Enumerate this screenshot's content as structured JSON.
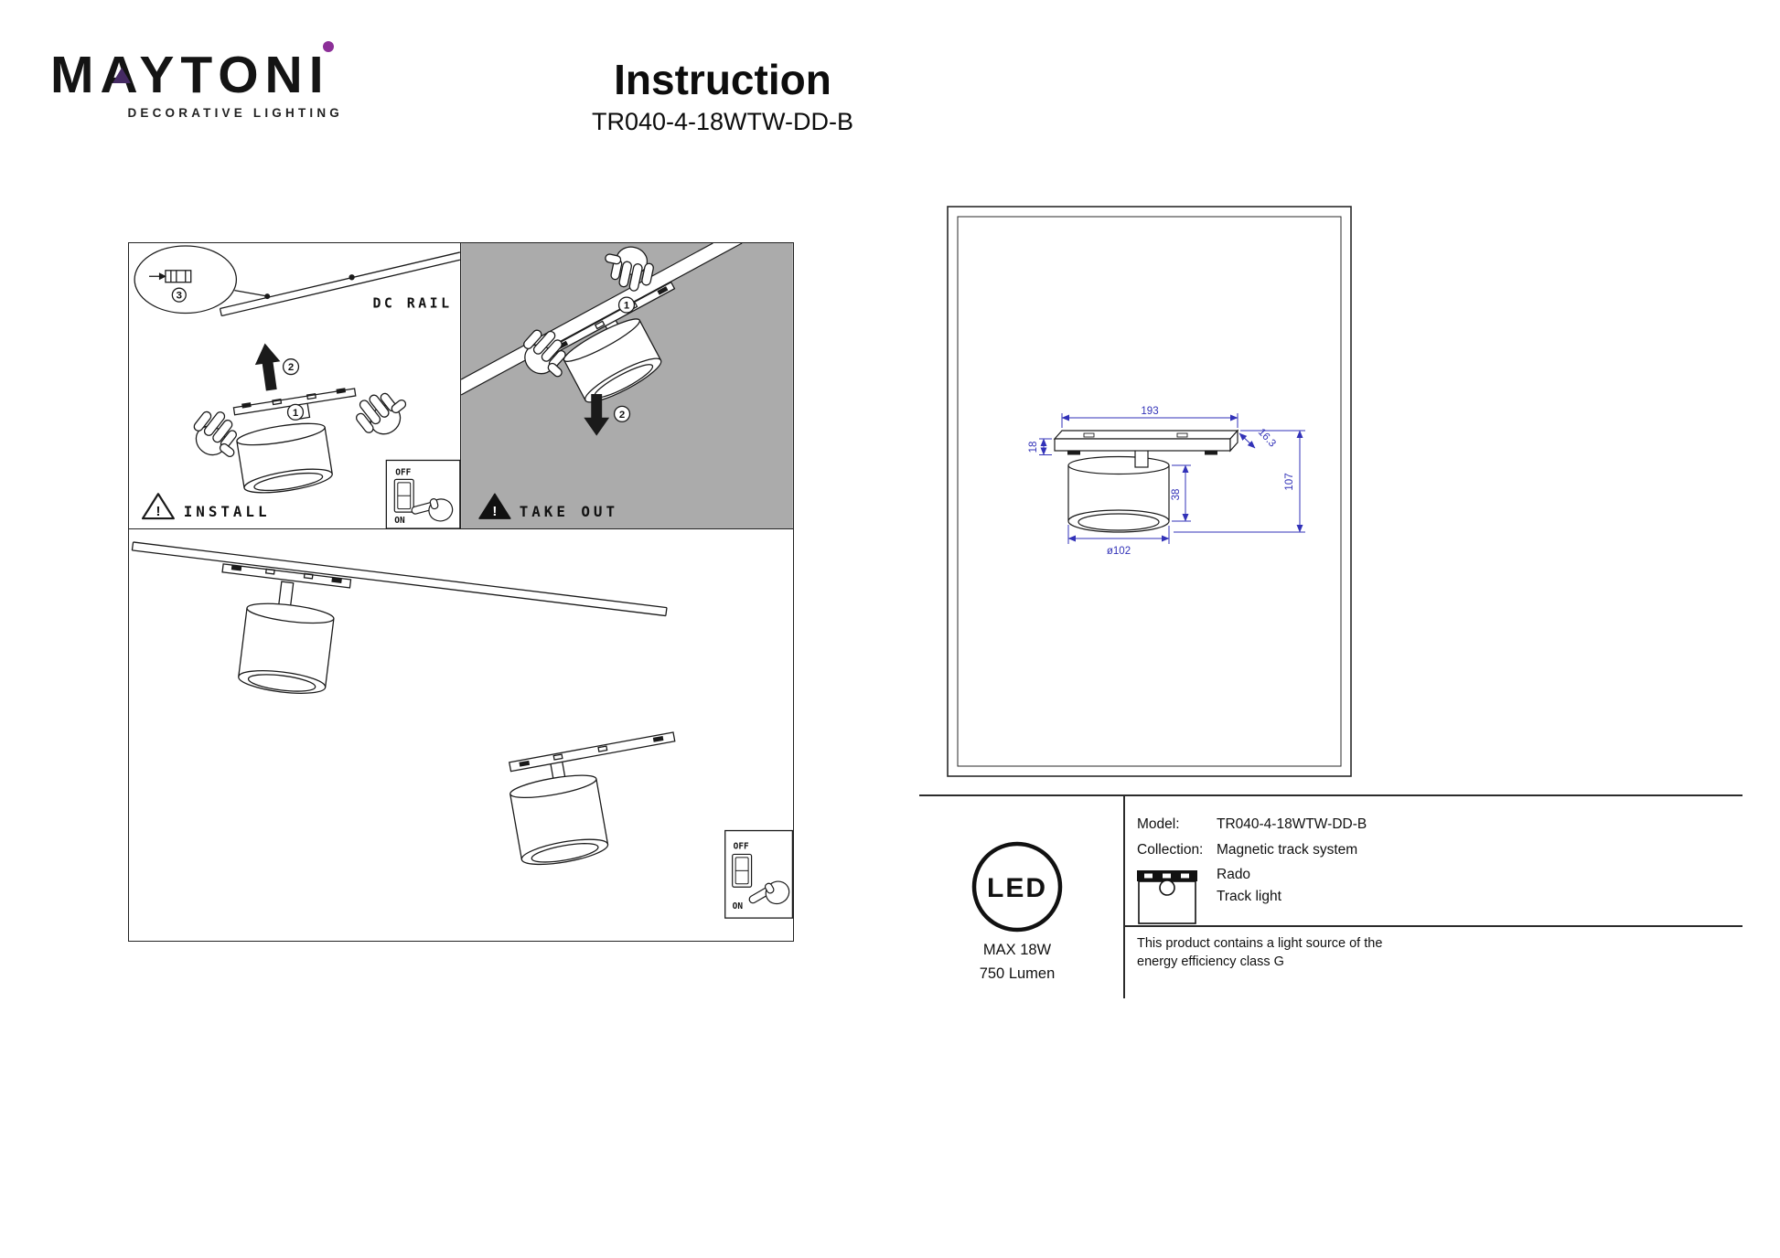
{
  "colors": {
    "accent_purple_triangle": "#452a63",
    "accent_purple_dot": "#8c2f98",
    "dimension_blue": "#3232b8",
    "panel_gray": "#ababab"
  },
  "header": {
    "brand": "MAYTONI",
    "brand_tagline": "DECORATIVE LIGHTING",
    "title": "Instruction",
    "model": "TR040-4-18WTW-DD-B"
  },
  "install_panel": {
    "rail_label": "DC RAIL",
    "caption": "INSTALL",
    "warning_mark": "!",
    "step1": "1",
    "step2": "2",
    "step3": "3",
    "switch": {
      "off": "OFF",
      "on": "ON"
    }
  },
  "takeout_panel": {
    "caption": "TAKE OUT",
    "warning_mark": "!",
    "step1": "1",
    "step2": "2"
  },
  "bottom_panel": {
    "switch": {
      "off": "OFF",
      "on": "ON"
    }
  },
  "dimensions": {
    "plate_length": "193",
    "plate_height": "18",
    "plate_depth": "16.3",
    "total_height": "107",
    "body_height": "38",
    "diameter": "ø102"
  },
  "specs": {
    "led_label": "LED",
    "max_power": "MAX 18W",
    "luminous_flux": "750 Lumen",
    "model_label": "Model:",
    "model_value": "TR040-4-18WTW-DD-B",
    "collection_label": "Collection:",
    "collection_value": "Magnetic track system",
    "series": "Rado",
    "product_type": "Track light",
    "energy_note": "This product contains a light source of the energy efficiency class G"
  }
}
